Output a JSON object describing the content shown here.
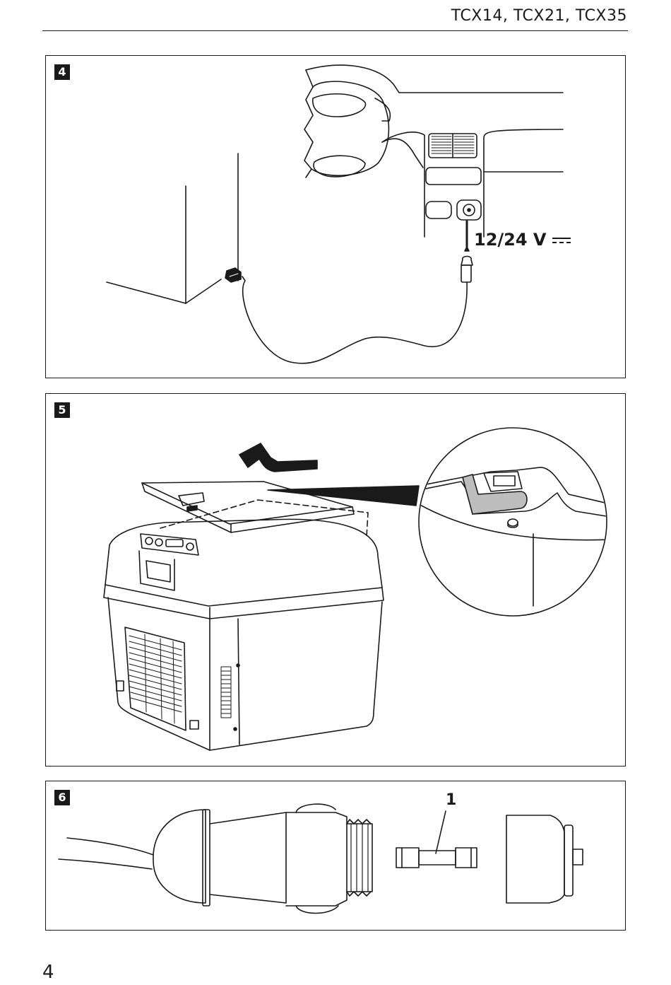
{
  "header": {
    "title": "TCX14, TCX21, TCX35"
  },
  "figures": [
    {
      "number": "4",
      "voltage_label": "12/24 V",
      "dc_symbol_icon": "dc-symbol-icon"
    },
    {
      "number": "5"
    },
    {
      "number": "6",
      "callout": "1"
    }
  ],
  "footer": {
    "page_number": "4"
  }
}
